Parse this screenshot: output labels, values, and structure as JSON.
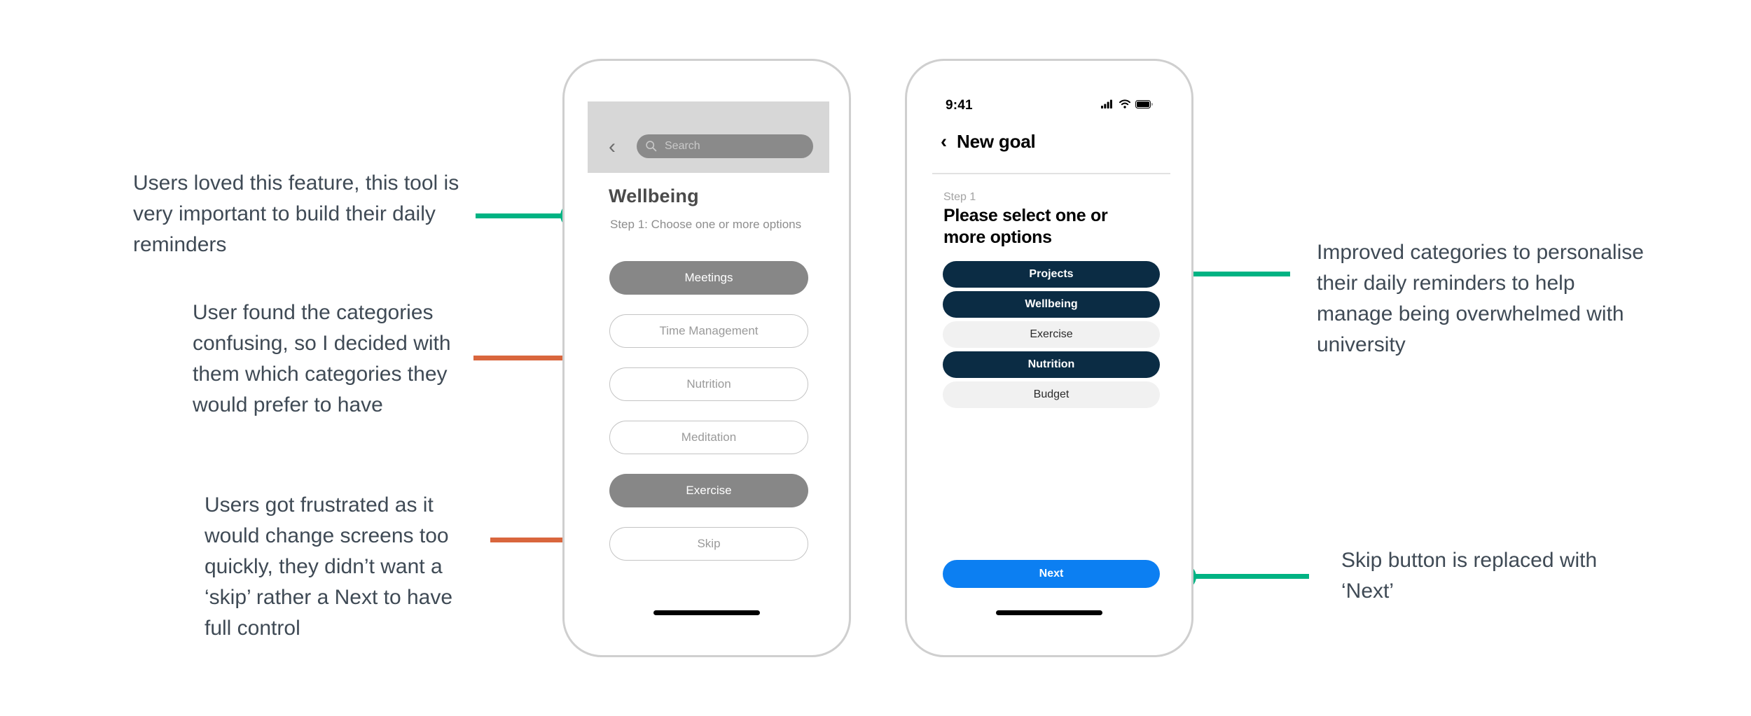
{
  "annotations": [
    {
      "id": "annot-left-1",
      "text": "Users loved this feature, this tool is\nvery important to build their daily\nreminders",
      "color": "#00b383",
      "side": "left"
    },
    {
      "id": "annot-left-2",
      "text": "User found the categories\nconfusing, so I decided with\nthem which categories they\nwould prefer to have",
      "color": "#d9663d",
      "side": "left"
    },
    {
      "id": "annot-left-3",
      "text": "Users got frustrated as it\nwould change screens too\nquickly, they didn’t want a\n‘skip’ rather a Next to have\nfull control",
      "color": "#d9663d",
      "side": "left"
    },
    {
      "id": "annot-right-1",
      "text": "Improved categories to personalise\ntheir daily reminders to help\nmanage being overwhelmed with\nuniversity",
      "color": "#00b383",
      "side": "right"
    },
    {
      "id": "annot-right-2",
      "text": "Skip button is replaced with\n‘Next’",
      "color": "#00b383",
      "side": "right"
    }
  ],
  "colors": {
    "accent_green": "#00b383",
    "accent_orange": "#d9663d",
    "navy": "#0b2c44",
    "blue": "#0c7ff2",
    "text": "#3f4a55",
    "wireframe_grey": "#878787"
  },
  "left_phone": {
    "name": "wireframe-screen",
    "back_icon": "‹",
    "search": {
      "placeholder": "Search",
      "icon": "search-icon"
    },
    "title": "Wellbeing",
    "step_text": "Step 1: Choose one or more options",
    "options": [
      {
        "label": "Meetings",
        "state": "filled"
      },
      {
        "label": "Time Management",
        "state": "outline"
      },
      {
        "label": "Nutrition",
        "state": "outline"
      },
      {
        "label": "Meditation",
        "state": "outline"
      },
      {
        "label": "Exercise",
        "state": "filled"
      },
      {
        "label": "Skip",
        "state": "outline"
      }
    ]
  },
  "right_phone": {
    "name": "hifi-screen",
    "status_bar": {
      "time": "9:41",
      "icons": [
        "cellular-signal-icon",
        "wifi-icon",
        "battery-icon"
      ]
    },
    "nav": {
      "back_icon": "‹",
      "title": "New goal"
    },
    "step_label": "Step 1",
    "heading": "Please select one or more options",
    "options": [
      {
        "label": "Projects",
        "state": "selected"
      },
      {
        "label": "Wellbeing",
        "state": "selected"
      },
      {
        "label": "Exercise",
        "state": "unselected"
      },
      {
        "label": "Nutrition",
        "state": "selected"
      },
      {
        "label": "Budget",
        "state": "unselected"
      }
    ],
    "primary_button": "Next"
  }
}
